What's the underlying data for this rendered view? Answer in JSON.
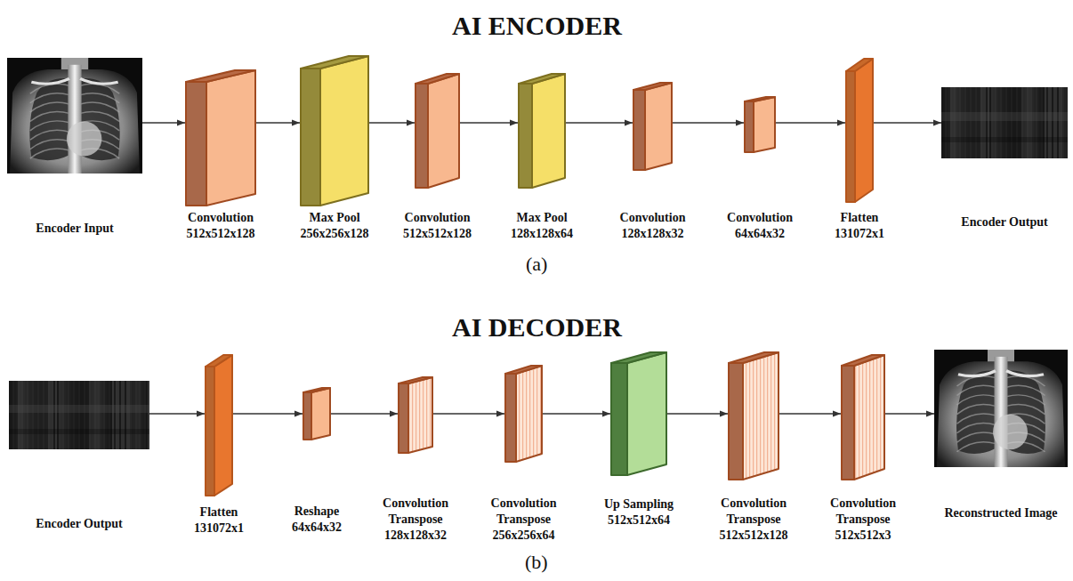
{
  "diagram": {
    "nodes": [
      {
        "text": [
          "Encoder Input"
        ]
      },
      {
        "text": [
          "Convolution 512x512x128"
        ]
      },
      {
        "text": [
          "Max Pool 256x256x128"
        ]
      },
      {
        "text": [
          "Convolution 512x512x128"
        ]
      },
      {
        "text": [
          "Max Pool 128x128x64"
        ]
      },
      {
        "text": [
          "Convolution 128x128x32"
        ]
      },
      {
        "text": [
          "Convolution 64x64x32"
        ]
      },
      {
        "text": [
          "Flatten 131072x1"
        ]
      },
      {
        "text": [
          "Encoder Output"
        ]
      },
      {
        "text": [
          "Encoder Output"
        ]
      },
      {
        "text": [
          "Flatten 131072x1"
        ]
      },
      {
        "text": [
          "Reshape 64x64x32"
        ]
      },
      {
        "text": [
          "Convolution Transpose 128x128x32"
        ]
      },
      {
        "text": [
          "Convolution Transpose 256x256x64"
        ]
      },
      {
        "text": [
          "Up Sampling 512x512x64"
        ]
      },
      {
        "text": [
          "Convolution Transpose 512x512x128"
        ]
      },
      {
        "text": [
          "Convolution Transpose 512x512x3"
        ]
      },
      {
        "text": [
          "Reconstructed Image"
        ]
      }
    ],
    "edges": [
      {
        "from": 0,
        "to": 1,
        "arrow": "to"
      },
      {
        "from": 1,
        "to": 2,
        "arrow": "to"
      },
      {
        "from": 2,
        "to": 3,
        "arrow": "to"
      },
      {
        "from": 3,
        "to": 4,
        "arrow": "to"
      },
      {
        "from": 4,
        "to": 5,
        "arrow": "to"
      },
      {
        "from": 5,
        "to": 6,
        "arrow": "to"
      },
      {
        "from": 6,
        "to": 7,
        "arrow": "to"
      },
      {
        "from": 7,
        "to": 8,
        "arrow": "to"
      },
      {
        "from": 9,
        "to": 10,
        "arrow": "to"
      },
      {
        "from": 10,
        "to": 11,
        "arrow": "to"
      },
      {
        "from": 11,
        "to": 12,
        "arrow": "to"
      },
      {
        "from": 12,
        "to": 13,
        "arrow": "to"
      },
      {
        "from": 13,
        "to": 14,
        "arrow": "to"
      },
      {
        "from": 14,
        "to": 15,
        "arrow": "to"
      },
      {
        "from": 15,
        "to": 16,
        "arrow": "to"
      },
      {
        "from": 16,
        "to": 17,
        "arrow": "to"
      }
    ],
    "labels": [
      "AI ENCODER",
      "(a)",
      "AI DECODER",
      "(b)"
    ]
  }
}
